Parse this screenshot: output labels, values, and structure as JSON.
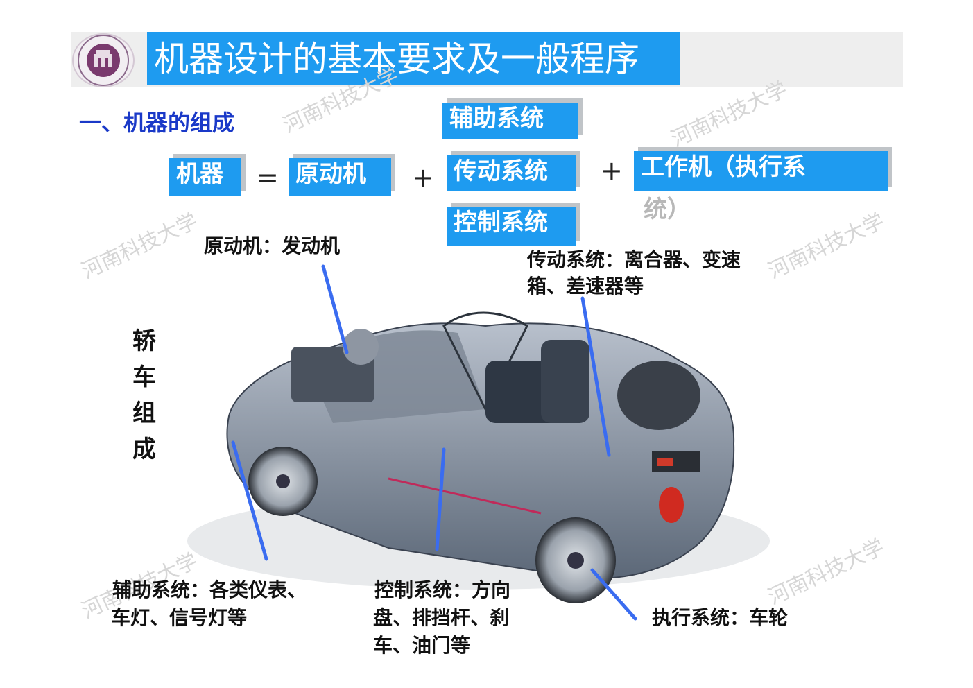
{
  "header": {
    "title": "机器设计的基本要求及一般程序",
    "accent_color": "#1e9bf0"
  },
  "section": {
    "heading": "一、机器的组成"
  },
  "equation": {
    "machine": "机器",
    "equals": "=",
    "prime_mover": "原动机",
    "plus": "+",
    "auxiliary": "辅助系统",
    "transmission": "传动系统",
    "control": "控制系统",
    "executor": "工作机（执行系",
    "executor_cont": "统）"
  },
  "labels": {
    "prime_mover": "原动机：发动机",
    "transmission_1": "传动系统：离合器、变速",
    "transmission_2": "箱、差速器等",
    "vertical": [
      "轿",
      "车",
      "组",
      "成"
    ],
    "auxiliary_1": "辅助系统：各类仪表、",
    "auxiliary_2": "车灯、信号灯等",
    "control_1": "控制系统：方向",
    "control_2": "盘、排挡杆、刹",
    "control_3": "车、油门等",
    "executor": "执行系统：车轮"
  },
  "watermark": "河南科技大学",
  "icons": [
    "university-seal-icon",
    "car-cutaway-illustration",
    "arrow-icon"
  ]
}
